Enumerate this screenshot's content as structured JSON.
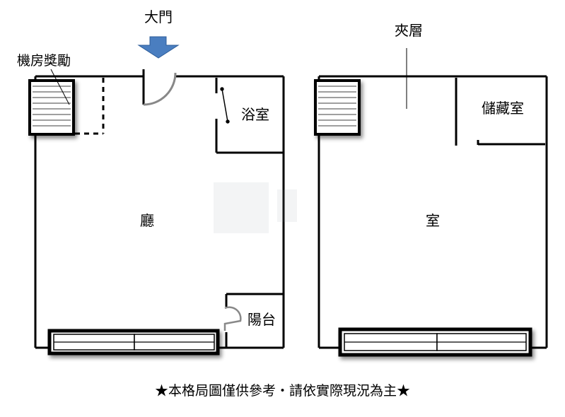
{
  "labels": {
    "main_door": "大門",
    "stairs": "機房獎勵",
    "bathroom": "浴室",
    "living_room": "廳",
    "balcony": "陽台",
    "mezzanine": "夾層",
    "storage": "儲藏室",
    "room": "室"
  },
  "disclaimer": "★本格局圖僅供參考‧請依實際現況為主★",
  "colors": {
    "door_arrow": "#4a7ec0",
    "walls": "#000000",
    "door_arc": "#888888"
  },
  "icons": [
    "down-arrow-icon"
  ]
}
